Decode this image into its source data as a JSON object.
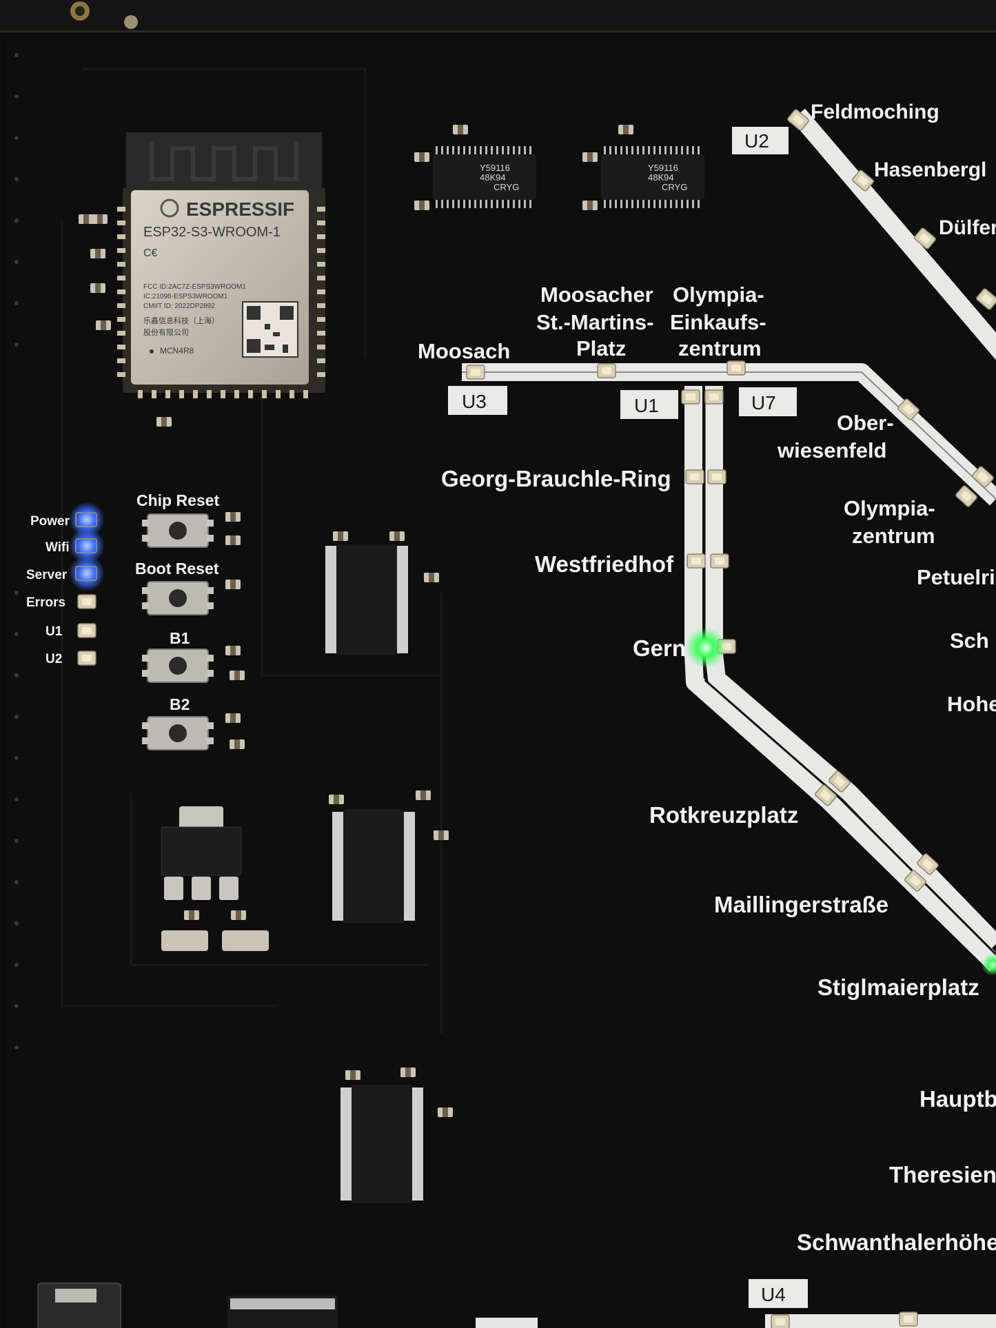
{
  "module": {
    "brand": "ESPRESSIF",
    "model": "ESP32-S3-WROOM-1",
    "fcc": "FCC ID:2AC7Z-ESPS3WROOM1",
    "ic": "IC:21098-ESPS3WROOM1",
    "cmiit": "CMIIT ID: 2022DP2892",
    "maker_cn": "乐鑫信息科技（上海）",
    "maker_cn2": "股份有限公司",
    "part": "MCN4R8"
  },
  "driver_chip_text": [
    "Y59116",
    "48K94",
    "CRYG"
  ],
  "status_leds": [
    {
      "label": "Power",
      "state": "on",
      "color": "#3b6cff"
    },
    {
      "label": "Wifi",
      "state": "on",
      "color": "#3b6cff"
    },
    {
      "label": "Server",
      "state": "on",
      "color": "#3b6cff"
    },
    {
      "label": "Errors",
      "state": "off",
      "color": "#d9c9a8"
    },
    {
      "label": "U1",
      "state": "off",
      "color": "#d9c9a8"
    },
    {
      "label": "U2",
      "state": "off",
      "color": "#d9c9a8"
    }
  ],
  "buttons": [
    {
      "label": "Chip Reset"
    },
    {
      "label": "Boot Reset"
    },
    {
      "label": "B1"
    },
    {
      "label": "B2"
    }
  ],
  "line_badges": [
    "U2",
    "U3",
    "U1",
    "U7",
    "U4"
  ],
  "stations": {
    "feldmoching": "Feldmoching",
    "hasenbergl": "Hasenbergl",
    "duelfer": "Dülfer",
    "moosach": "Moosach",
    "moosacher_1": "Moosacher",
    "moosacher_2": "St.-Martins-",
    "moosacher_3": "Platz",
    "oez_1": "Olympia-",
    "oez_2": "Einkaufs-",
    "oez_3": "zentrum",
    "oberwiesenfeld_1": "Ober-",
    "oberwiesenfeld_2": "wiesenfeld",
    "georg": "Georg-Brauchle-Ring",
    "olympiazentrum_1": "Olympia-",
    "olympiazentrum_2": "zentrum",
    "westfriedhof": "Westfriedhof",
    "petuel": "Petuelri",
    "gern": "Gern",
    "sch": "Sch",
    "hohe": "Hohe",
    "rotkreuz": "Rotkreuzplatz",
    "mailling": "Maillingerstraße",
    "stiglmaier": "Stiglmaierplatz",
    "hauptb": "Hauptb",
    "theresien": "Theresienw",
    "schwanthaler": "Schwanthalerhöhe"
  },
  "colors": {
    "board": "#0b0b0c",
    "track": "#e8e8e6",
    "led_active": "#39ff5a",
    "led_blue": "#3b6cff",
    "silkscreen": "#f2f2f2"
  }
}
